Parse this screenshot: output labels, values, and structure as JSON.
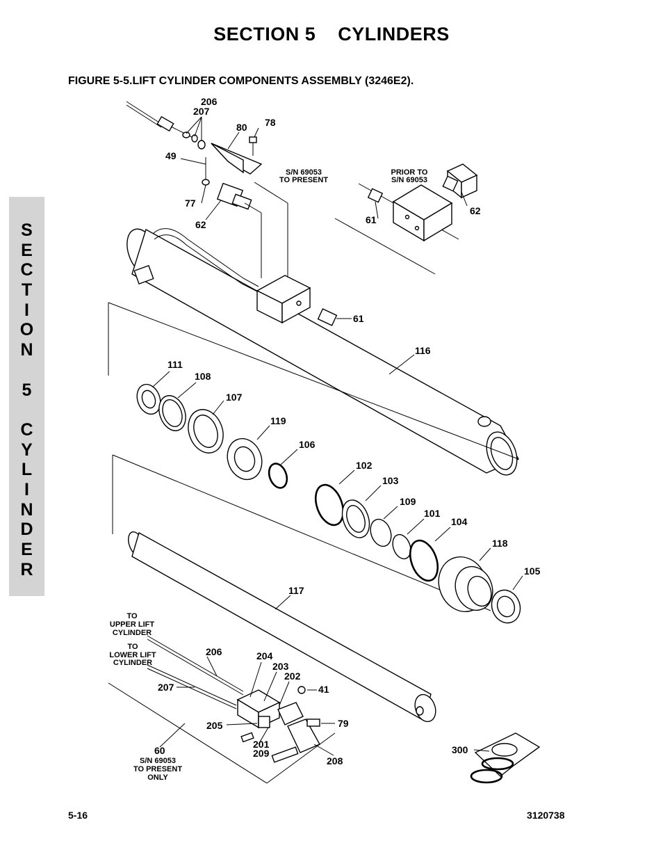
{
  "section_title": "SECTION 5    CYLINDERS",
  "figure_title": "FIGURE 5-5.LIFT CYLINDER COMPONENTS ASSEMBLY (3246E2).",
  "side_tab": [
    "S",
    "E",
    "C",
    "T",
    "I",
    "O",
    "N",
    "",
    "5",
    "",
    "C",
    "Y",
    "L",
    "I",
    "N",
    "D",
    "E",
    "R"
  ],
  "footer": {
    "page_number": "5-16",
    "doc_number": "3120738"
  },
  "callouts": {
    "c206a": "206",
    "c207a": "207",
    "c80": "80",
    "c78": "78",
    "c49": "49",
    "c77": "77",
    "c62a": "62",
    "c62b": "62",
    "c61a": "61",
    "c61b": "61",
    "c116": "116",
    "c111": "111",
    "c108": "108",
    "c107": "107",
    "c119": "119",
    "c106": "106",
    "c102": "102",
    "c103": "103",
    "c109": "109",
    "c101": "101",
    "c104": "104",
    "c118": "118",
    "c105": "105",
    "c117": "117",
    "c206b": "206",
    "c204": "204",
    "c203": "203",
    "c202": "202",
    "c41": "41",
    "c207b": "207",
    "c79": "79",
    "c205": "205",
    "c201": "201",
    "c209": "209",
    "c60": "60",
    "c208": "208",
    "c300": "300"
  },
  "notes": {
    "sn_present_1": "S/N 69053",
    "sn_present_2": "TO PRESENT",
    "prior_1": "PRIOR TO",
    "prior_2": "S/N 69053",
    "upper_1": "TO",
    "upper_2": "UPPER LIFT",
    "upper_3": "CYLINDER",
    "lower_1": "TO",
    "lower_2": "LOWER LIFT",
    "lower_3": "CYLINDER",
    "only_1": "S/N 69053",
    "only_2": "TO PRESENT",
    "only_3": "ONLY"
  }
}
